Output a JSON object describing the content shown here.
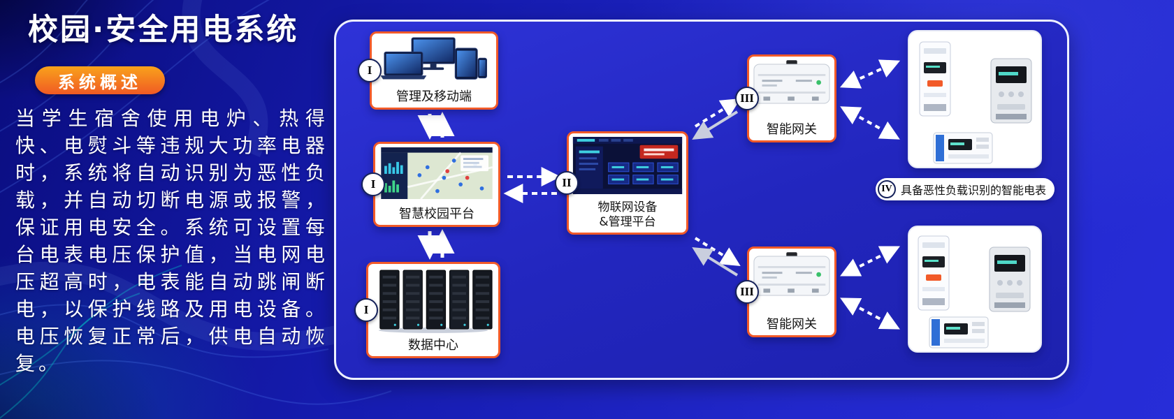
{
  "header": {
    "title": "校园·安全用电系统",
    "badge": "系统概述",
    "description": "当学生宿舍使用电炉、热得快、电熨斗等违规大功率电器时，系统将自动识别为恶性负载，并自动切断电源或报警，保证用电安全。系统可设置每台电表电压保护值，当电网电压超高时，电表能自动跳闸断电，以保护线路及用电设备。电压恢复正常后，供电自动恢复。"
  },
  "diagram": {
    "management": {
      "numeral": "I",
      "label": "管理及移动端"
    },
    "campus_platform": {
      "numeral": "I",
      "label": "智慧校园平台"
    },
    "data_center": {
      "numeral": "I",
      "label": "数据中心"
    },
    "iot_platform": {
      "numeral": "II",
      "label_line1": "物联网设备",
      "label_line2": "&管理平台"
    },
    "gateway_top": {
      "numeral": "III",
      "label": "智能网关"
    },
    "gateway_bottom": {
      "numeral": "III",
      "label": "智能网关"
    },
    "smart_meters": {
      "numeral": "IV",
      "label": "具备恶性负载识别的智能电表"
    }
  },
  "colors": {
    "accent_orange": "#f15a29",
    "badge_gradient_top": "#f9a21b",
    "badge_gradient_bottom": "#f05a24",
    "panel_blue": "#2a2ec8",
    "background_blue": "#141a9e",
    "numeral_ring": "#16225a"
  }
}
